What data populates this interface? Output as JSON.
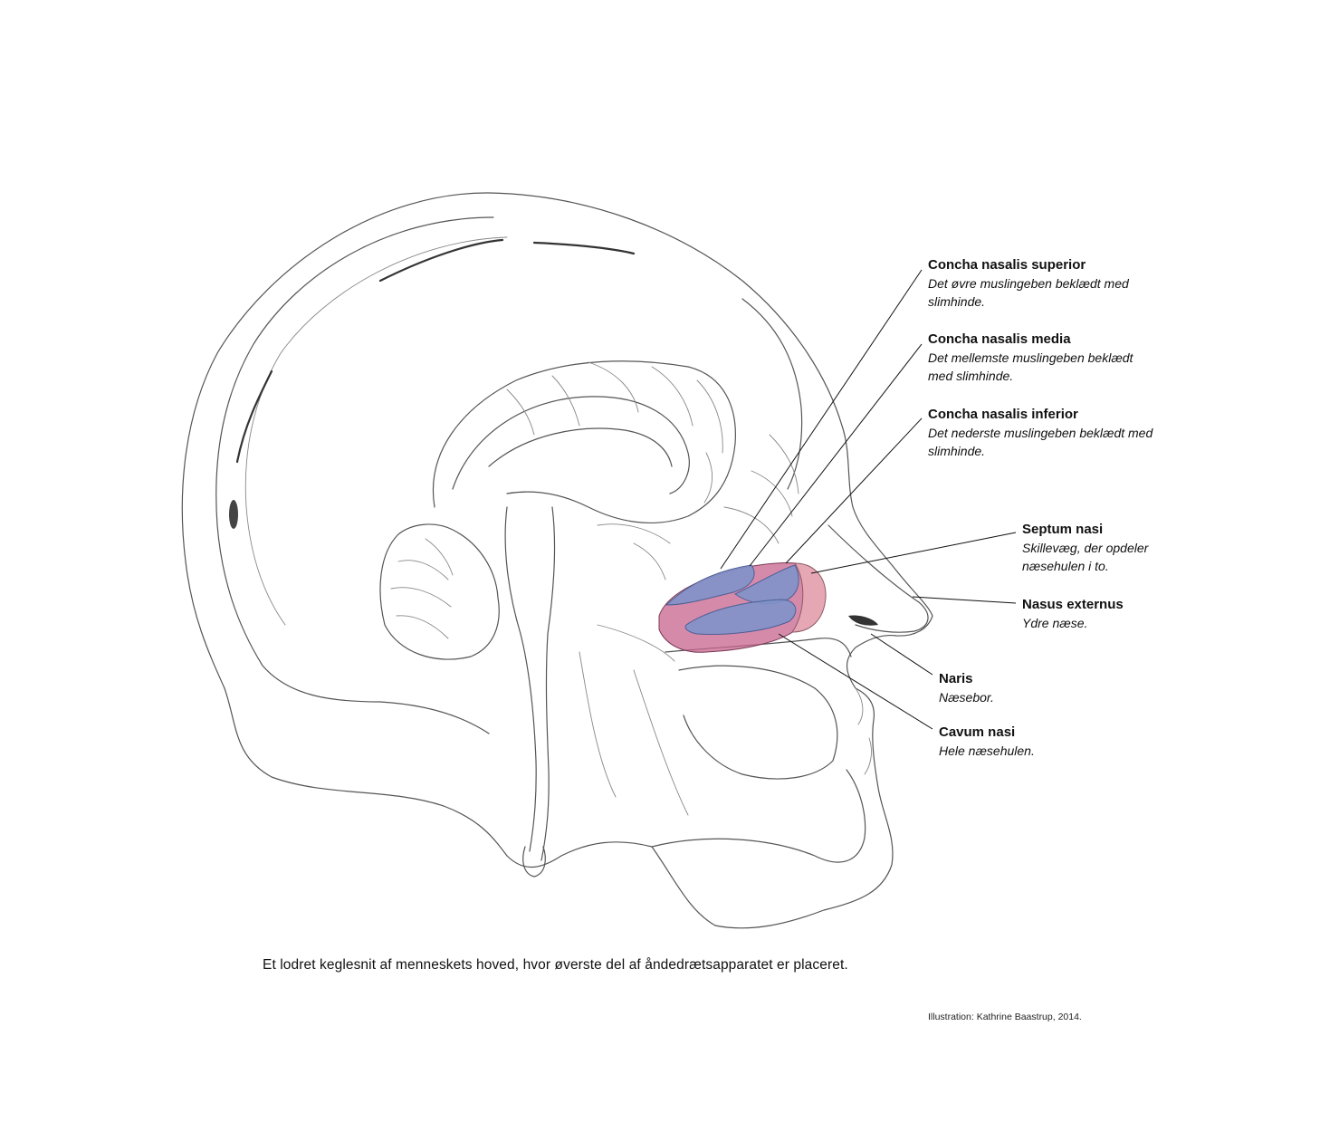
{
  "labels": [
    {
      "id": "concha-superior",
      "title": "Concha nasalis superior",
      "desc": "Det øvre muslingeben beklædt med\nslimhinde."
    },
    {
      "id": "concha-media",
      "title": "Concha nasalis media",
      "desc": "Det mellemste muslingeben beklædt\nmed slimhinde."
    },
    {
      "id": "concha-inferior",
      "title": "Concha nasalis inferior",
      "desc": "Det nederste muslingeben beklædt med\nslimhinde."
    },
    {
      "id": "septum-nasi",
      "title": "Septum nasi",
      "desc": "Skillevæg, der opdeler\nnæsehulen i to."
    },
    {
      "id": "nasus-externus",
      "title": "Nasus externus",
      "desc": "Ydre næse."
    },
    {
      "id": "naris",
      "title": "Naris",
      "desc": "Næsebor."
    },
    {
      "id": "cavum-nasi",
      "title": "Cavum nasi",
      "desc": "Hele næsehulen."
    }
  ],
  "caption": "Et lodret keglesnit af menneskets hoved, hvor øverste del af åndedrætsapparatet er placeret.",
  "credit": "Illustration: Kathrine Baastrup, 2014.",
  "colors": {
    "concha_blue": "#7f92c9",
    "cavity_pink": "#c8638e",
    "septum_pink": "#e6a7b4",
    "pencil": "#555555"
  }
}
